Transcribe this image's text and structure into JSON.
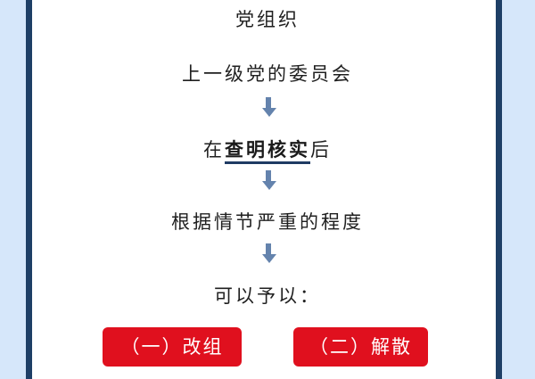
{
  "diagram": {
    "top_label": "党组织",
    "step1": "上一级党的委员会",
    "step2_prefix": "在",
    "step2_emphasis": "查明核实",
    "step2_suffix": "后",
    "step3": "根据情节严重的程度",
    "step4": "可以予以：",
    "option1": "（一）改组",
    "option2": "（二）解散"
  },
  "colors": {
    "background": "#d6e7fa",
    "border_navy": "#1e3f66",
    "arrow": "#6483ad",
    "button_red": "#e0101e"
  }
}
